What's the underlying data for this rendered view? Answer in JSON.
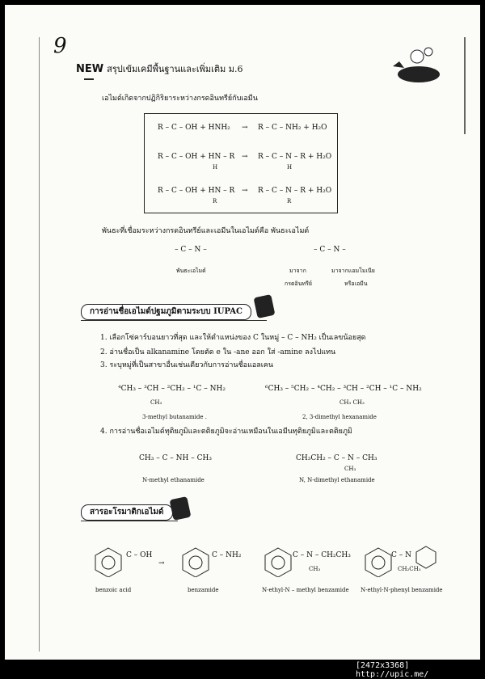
{
  "page": {
    "number": "9",
    "header_new": "NEW",
    "header_title": "สรุปเข้มเคมีพื้นฐานและเพิ่มเติม ม.6"
  },
  "intro": "เอไมด์เกิดจากปฏิกิริยาระหว่างกรดอินทรีย์กับเอมีน",
  "reactions": [
    {
      "left": "R – C – OH + HNH₂",
      "right": "R – C – NH₂ + H₂O"
    },
    {
      "left": "R – C – OH + HN – R",
      "sub": "H",
      "right": "R – C – N – R + H₂O",
      "rsub": "H"
    },
    {
      "left": "R – C – OH + HN – R",
      "sub": "R",
      "right": "R – C – N – R + H₂O",
      "rsub": "R"
    }
  ],
  "bond_text": "พันธะที่เชื่อมระหว่างกรดอินทรีย์และเอมีนในเอไมด์คือ พันธะเอไมด์",
  "bond": {
    "formula": "– C – N –",
    "caption": "พันธะเอไมด์",
    "from_acid_1": "มาจาก",
    "from_acid_2": "กรดอินทรีย์",
    "from_amine_1": "มาจากแอมโมเนีย",
    "from_amine_2": "หรือเอมีน"
  },
  "section1": {
    "title": "การอ่านชื่อเอไมด์ปฐมภูมิตามระบบ IUPAC",
    "rules": [
      "1.  เลือกโซ่คาร์บอนยาวที่สุด และให้ตำแหน่งของ C ในหมู่ – C – NH₂ เป็นเลขน้อยสุด",
      "2.  อ่านชื่อเป็น alkanamine โดยตัด e ใน -ane ออก ใส่ -amine ลงไปแทน",
      "3.  ระบุหมู่ที่เป็นสาขาอื่นเช่นเดียวกับการอ่านชื่อแอลเคน"
    ],
    "example1": {
      "formula": "⁴CH₃ – ³CH – ²CH₂ – ¹C – NH₂",
      "branch": "CH₃",
      "name": "3-methyl butanamide ."
    },
    "example2": {
      "formula": "⁶CH₃ – ⁵CH₂ – ⁴CH₂ – ³CH – ²CH – ¹C – NH₂",
      "branch": "CH₃   CH₃",
      "name": "2, 3-dimethyl hexanamide"
    },
    "rule4": "4.  การอ่านชื่อเอไมด์ทุติยภูมิและตติยภูมิจะอ่านเหมือนในเอมีนทุติยภูมิและตติยภูมิ",
    "example3": {
      "formula": "CH₃ – C – NH – CH₃",
      "name": "N-methyl ethanamide"
    },
    "example4": {
      "formula": "CH₃CH₂ – C – N – CH₃",
      "branch": "CH₃",
      "name": "N, N-dimethyl ethanamide"
    }
  },
  "section2": {
    "title": "สารอะโรมาติกเอไมด์",
    "compounds": [
      {
        "group": "C – OH",
        "name": "benzoic acid"
      },
      {
        "group": "C – NH₂",
        "name": "benzamide"
      },
      {
        "group": "C – N – CH₂CH₃",
        "sub": "CH₃",
        "name": "N-ethyl-N – methyl benzamide"
      },
      {
        "group": "C – N",
        "sub": "CH₂CH₃",
        "name": "N-ethyl-N-phenyl benzamide"
      }
    ]
  },
  "footer": "[2472x3368] http://upic.me/"
}
